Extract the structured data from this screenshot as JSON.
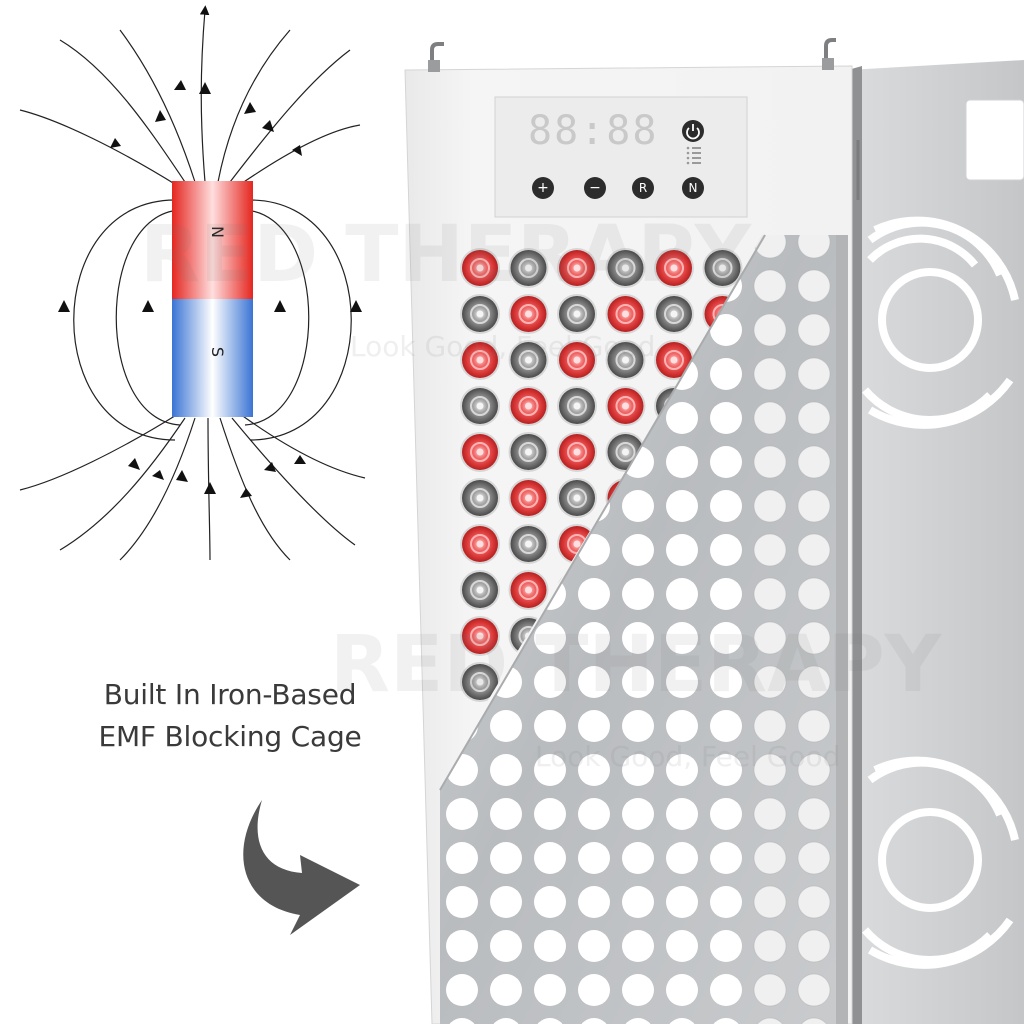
{
  "caption": {
    "line1": "Built In Iron-Based",
    "line2": "EMF Blocking Cage"
  },
  "magnet": {
    "north_label": "N",
    "south_label": "S",
    "north_color": "#e8302b",
    "south_color": "#3d78d8"
  },
  "control_panel": {
    "display_text": "88:88",
    "button_labels": [
      "+",
      "−",
      "R",
      "N"
    ],
    "power_icon": "power-icon"
  },
  "watermark": {
    "brand": "RED THERAPY",
    "tagline": "Look Good, Feel Good"
  },
  "colors": {
    "led_red": "#e84a4a",
    "led_silver": "#8a8a8a",
    "cage_metal": "#c4c6c8",
    "panel_white": "#efefef",
    "arrow_gray": "#555555"
  }
}
